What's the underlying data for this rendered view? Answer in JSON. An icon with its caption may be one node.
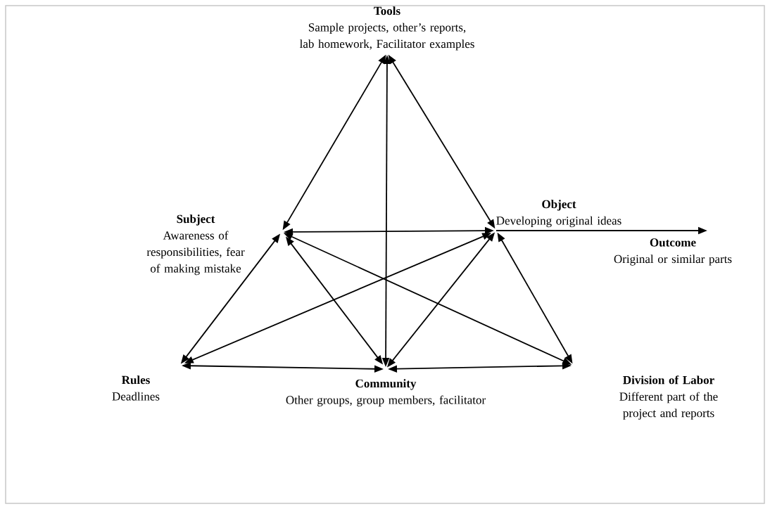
{
  "diagram": {
    "nodes": [
      {
        "text": [
          "Tools",
          "Sample projects, other’s reports, lab homework, Facilitator examples"
        ]
      },
      {
        "text": [
          "Subject",
          "Awareness of responsibilities, fear of making mistake"
        ]
      },
      {
        "text": [
          "Object",
          "Developing original ideas"
        ]
      },
      {
        "text": [
          "Outcome",
          "Original or similar parts"
        ]
      },
      {
        "text": [
          "Rules",
          "Deadlines"
        ]
      },
      {
        "text": [
          "Community",
          "Other groups, group members, facilitator"
        ]
      },
      {
        "text": [
          "Division of Labor",
          "Different part of the project and reports"
        ]
      }
    ],
    "edges": [
      {
        "from": 0,
        "to": 1,
        "arrow": "both"
      },
      {
        "from": 0,
        "to": 5,
        "arrow": "both"
      },
      {
        "from": 0,
        "to": 2,
        "arrow": "both"
      },
      {
        "from": 1,
        "to": 2,
        "arrow": "both"
      },
      {
        "from": 1,
        "to": 4,
        "arrow": "both"
      },
      {
        "from": 1,
        "to": 5,
        "arrow": "both"
      },
      {
        "from": 1,
        "to": 6,
        "arrow": "both"
      },
      {
        "from": 2,
        "to": 4,
        "arrow": "both"
      },
      {
        "from": 2,
        "to": 5,
        "arrow": "both"
      },
      {
        "from": 2,
        "to": 6,
        "arrow": "both"
      },
      {
        "from": 4,
        "to": 5,
        "arrow": "both"
      },
      {
        "from": 5,
        "to": 6,
        "arrow": "both"
      },
      {
        "from": 2,
        "to": 3,
        "arrow": "to"
      }
    ]
  }
}
